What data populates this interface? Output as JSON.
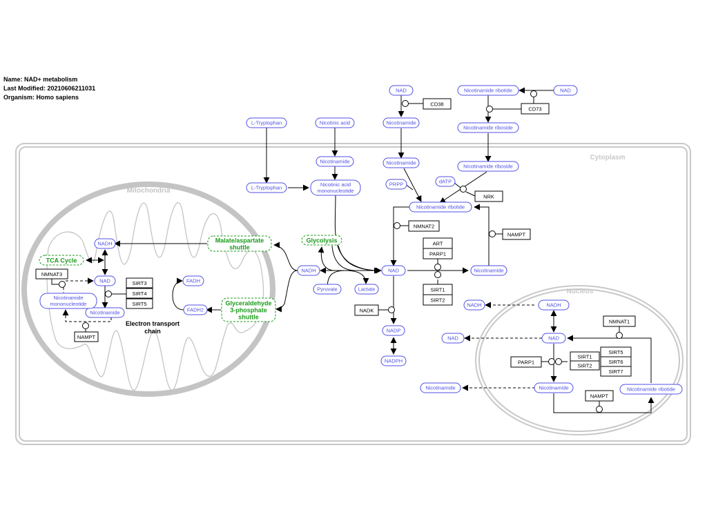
{
  "info": {
    "name_line": "Name: NAD+ metabolism",
    "modified_line": "Last Modified: 20210606211031",
    "organism_line": "Organism: Homo sapiens"
  },
  "colors": {
    "metabolite": "#4f4fe6",
    "pathway": "#1a9a1a",
    "compartment": "#bdbdbd",
    "gene": "#000000"
  },
  "compartments": {
    "cytoplasm": "Cytoplasm",
    "mitochondria": "Mitochondria",
    "nucleus": "Nucleus",
    "etc_label_1": "Electron transport",
    "etc_label_2": "chain"
  },
  "metabolites": [
    {
      "id": "nad_top",
      "label": "NAD"
    },
    {
      "id": "nicotinamide_top",
      "label": "Nicotinamide"
    },
    {
      "id": "nmn_top",
      "label": "Nicotinamide ribotide"
    },
    {
      "id": "nad_top_right",
      "label": "NAD"
    },
    {
      "id": "nr_top",
      "label": "Nicotinamide riboside"
    },
    {
      "id": "trp_out",
      "label": "L-Tryptophan"
    },
    {
      "id": "na_out",
      "label": "Nicotinic acid"
    },
    {
      "id": "nam_cyto1",
      "label": "Nicotinamide"
    },
    {
      "id": "nam_cyto2",
      "label": "Nicotinamide"
    },
    {
      "id": "nr_cyto",
      "label": "Nicotinamide riboside"
    },
    {
      "id": "trp_in",
      "label": "L-Tryptophan"
    },
    {
      "id": "namn_1",
      "label": "Nicotinic acid"
    },
    {
      "id": "namn_2",
      "label": "mononucleotide"
    },
    {
      "id": "prpp",
      "label": "PRPP"
    },
    {
      "id": "datp",
      "label": "dATP"
    },
    {
      "id": "nmn_cyto",
      "label": "Nicotinamide ribotide"
    },
    {
      "id": "nadh_cyto",
      "label": "NADH"
    },
    {
      "id": "nad_cyto",
      "label": "NAD"
    },
    {
      "id": "nam_cyto3",
      "label": "Nicotinamide"
    },
    {
      "id": "pyruvate",
      "label": "Pyruvate"
    },
    {
      "id": "lactate",
      "label": "Lactate"
    },
    {
      "id": "nadp",
      "label": "NADP"
    },
    {
      "id": "nadph",
      "label": "NADPH"
    },
    {
      "id": "nadh_mito",
      "label": "NADH"
    },
    {
      "id": "nad_mito",
      "label": "NAD"
    },
    {
      "id": "nmn_mito_1",
      "label": "Nicotinamide"
    },
    {
      "id": "nmn_mito_2",
      "label": "mononucleotide"
    },
    {
      "id": "nam_mito",
      "label": "Nicotinamide"
    },
    {
      "id": "fadh",
      "label": "FADH"
    },
    {
      "id": "fadh2",
      "label": "FADH2"
    },
    {
      "id": "nadh_out_nuc",
      "label": "NADH"
    },
    {
      "id": "nad_out_nuc",
      "label": "NAD"
    },
    {
      "id": "nam_out_nuc",
      "label": "Nicotinamide"
    },
    {
      "id": "nadh_nuc",
      "label": "NADH"
    },
    {
      "id": "nad_nuc",
      "label": "NAD"
    },
    {
      "id": "nam_nuc",
      "label": "Nicotinamide"
    },
    {
      "id": "nmn_nuc",
      "label": "Nicotinamide ribotide"
    }
  ],
  "pathways": [
    {
      "id": "glycolysis",
      "lines": [
        "Glycolysis"
      ]
    },
    {
      "id": "malate",
      "lines": [
        "Malate/aspartate",
        "shuttle"
      ]
    },
    {
      "id": "g3p",
      "lines": [
        "Glyceraldehyde",
        "3-phosphate",
        "shuttle"
      ]
    },
    {
      "id": "tca",
      "lines": [
        "TCA Cycle"
      ]
    }
  ],
  "genes": [
    {
      "id": "cd38",
      "label": "CD38"
    },
    {
      "id": "cd73",
      "label": "CD73"
    },
    {
      "id": "nrk",
      "label": "NRK"
    },
    {
      "id": "nmnat2",
      "label": "NMNAT2"
    },
    {
      "id": "nampt_cyto",
      "label": "NAMPT"
    },
    {
      "id": "art",
      "label": "ART"
    },
    {
      "id": "parp1_cyto",
      "label": "PARP1"
    },
    {
      "id": "sirt1_cyto",
      "label": "SIRT1"
    },
    {
      "id": "sirt2_cyto",
      "label": "SIRT2"
    },
    {
      "id": "nadk",
      "label": "NADK"
    },
    {
      "id": "nmnat3",
      "label": "NMNAT3"
    },
    {
      "id": "sirt3",
      "label": "SIRT3"
    },
    {
      "id": "sirt4",
      "label": "SIRT4"
    },
    {
      "id": "sirt5_mito",
      "label": "SIRT5"
    },
    {
      "id": "nampt_mito",
      "label": "NAMPT"
    },
    {
      "id": "nmnat1",
      "label": "NMNAT1"
    },
    {
      "id": "parp1_nuc",
      "label": "PARP1"
    },
    {
      "id": "sirt1_nuc",
      "label": "SIRT1"
    },
    {
      "id": "sirt2_nuc",
      "label": "SIRT2"
    },
    {
      "id": "sirt5_nuc",
      "label": "SIRT5"
    },
    {
      "id": "sirt6",
      "label": "SIRT6"
    },
    {
      "id": "sirt7",
      "label": "SIRT7"
    },
    {
      "id": "nampt_nuc",
      "label": "NAMPT"
    }
  ]
}
